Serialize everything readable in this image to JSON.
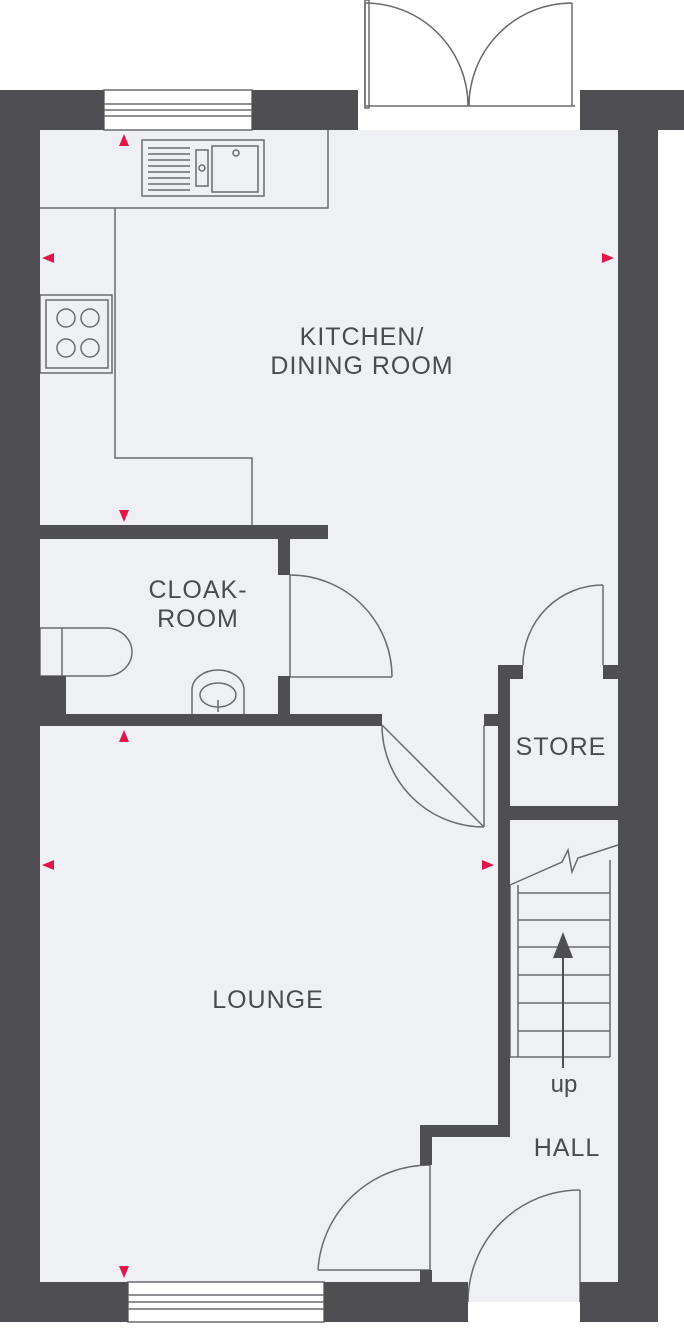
{
  "colors": {
    "wall": "#4e4e53",
    "floor": "#eef0f4",
    "fixture_line": "#6a6a70",
    "marker": "#e0164a"
  },
  "rooms": {
    "kitchen_line1": "KITCHEN/",
    "kitchen_line2": "DINING ROOM",
    "cloak_line1": "CLOAK-",
    "cloak_line2": "ROOM",
    "store": "STORE",
    "lounge": "LOUNGE",
    "hall": "HALL"
  },
  "stairs": {
    "direction_label": "up"
  },
  "icons": [
    "sink-icon",
    "hob-icon",
    "toilet-icon",
    "basin-icon",
    "window-icon",
    "door-swing-icon",
    "stairs-arrow-icon",
    "dimension-marker-icon"
  ]
}
